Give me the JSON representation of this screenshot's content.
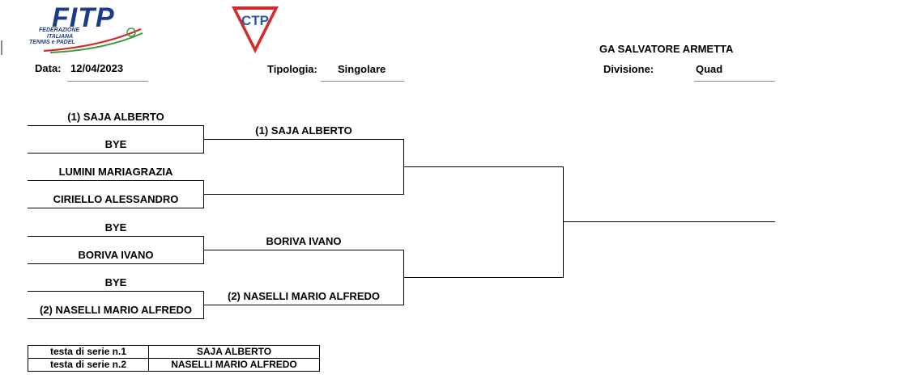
{
  "logo": {
    "brand": "FITP",
    "lines": [
      "FEDERAZIONE",
      "ITALIANA",
      "TENNIS e PADEL"
    ],
    "accent_blue": "#1e3a8a",
    "accent_red": "#d42a2a",
    "accent_green": "#3a9a3a"
  },
  "emblem": {
    "letters": "CTP",
    "red": "#d42a2a",
    "blue": "#2a5aa8"
  },
  "header": {
    "date_label": "Data:",
    "date_value": "12/04/2023",
    "type_label": "Tipologia:",
    "type_value": "Singolare",
    "tournament": "GA SALVATORE ARMETTA",
    "division_label": "Divisione:",
    "division_value": "Quad"
  },
  "draw": {
    "round1": [
      "(1) SAJA ALBERTO",
      "BYE",
      "LUMINI MARIAGRAZIA",
      "CIRIELLO ALESSANDRO",
      "BYE",
      "BORIVA IVANO",
      "BYE",
      "(2) NASELLI MARIO ALFREDO"
    ],
    "round2": [
      "(1) SAJA ALBERTO",
      "",
      "BORIVA IVANO",
      "(2) NASELLI MARIO ALFREDO"
    ],
    "round3": [
      "",
      ""
    ],
    "final": [
      ""
    ]
  },
  "seeds": [
    {
      "label": "testa di serie n.1",
      "name": "SAJA ALBERTO"
    },
    {
      "label": "testa di serie n.2",
      "name": "NASELLI MARIO ALFREDO"
    }
  ]
}
